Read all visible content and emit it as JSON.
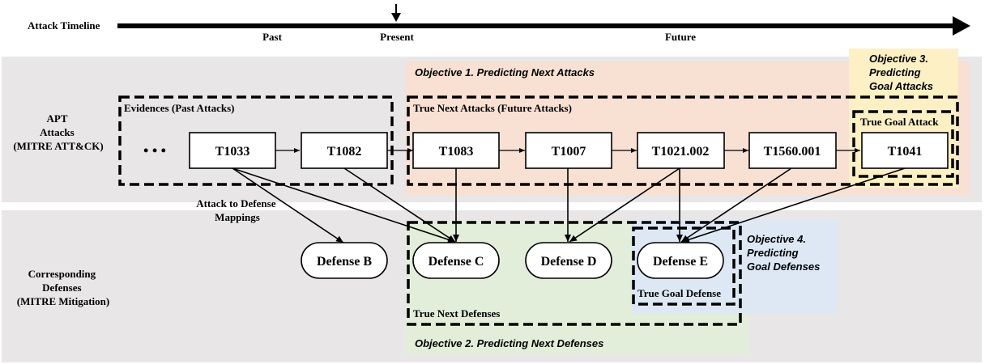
{
  "timeline": {
    "label": "Attack Timeline",
    "past": "Past",
    "present": "Present",
    "future": "Future"
  },
  "rows": {
    "attacks": [
      "APT",
      "Attacks",
      "(MITRE ATT&CK)"
    ],
    "defenses": [
      "Corresponding",
      "Defenses",
      "(MITRE Mitigation)"
    ]
  },
  "objectives": {
    "obj1": "Objective 1. Predicting Next Attacks",
    "obj2": "Objective 2. Predicting Next Defenses",
    "obj3": [
      "Objective 3.",
      "Predicting",
      "Goal Attacks"
    ],
    "obj4": [
      "Objective 4.",
      "Predicting",
      "Goal Defenses"
    ]
  },
  "groups": {
    "evidences": "Evidences (Past Attacks)",
    "true_next_attacks": "True Next Attacks (Future Attacks)",
    "true_goal_attack": "True Goal Attack",
    "true_next_defenses": "True Next Defenses",
    "true_goal_defense": "True Goal Defense"
  },
  "ellipsis": "• • •",
  "mapping_label": [
    "Attack to Defense",
    "Mappings"
  ],
  "attacks": [
    "T1033",
    "T1082",
    "T1083",
    "T1007",
    "T1021.002",
    "T1560.001",
    "T1041"
  ],
  "defenses": [
    "Defense B",
    "Defense C",
    "Defense D",
    "Defense E"
  ],
  "colors": {
    "row_band": "#e8e6e6",
    "obj1_fill": "#f8e1d3",
    "obj2_fill": "#e2eed9",
    "obj3_fill": "#fdf0c4",
    "obj4_fill": "#dde8f4"
  }
}
